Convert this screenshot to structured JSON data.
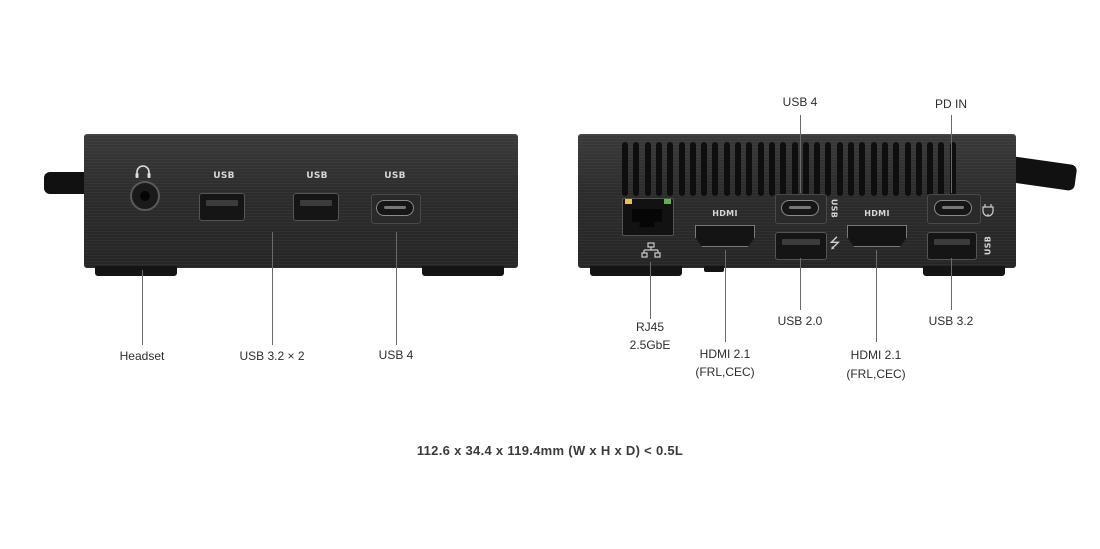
{
  "left_device": {
    "engravings": [
      "USB",
      "USB",
      "USB"
    ],
    "callouts": {
      "headset": "Headset",
      "usb32x2": "USB 3.2 × 2",
      "usb4": "USB 4"
    }
  },
  "right_device": {
    "engravings": {
      "hdmi_left": "HDMI",
      "hdmi_right": "HDMI",
      "usb_side": "USB",
      "usb_side2": "USB"
    },
    "callouts": {
      "usb4_top": "USB 4",
      "pd_in": "PD IN",
      "rj45_line1": "RJ45",
      "rj45_line2": "2.5GbE",
      "hdmi1_line1": "HDMI 2.1",
      "hdmi1_line2": "(FRL,CEC)",
      "usb20": "USB 2.0",
      "hdmi2_line1": "HDMI 2.1",
      "hdmi2_line2": "(FRL,CEC)",
      "usb32": "USB 3.2"
    }
  },
  "dimensions_text": "112.6 x 34.4 x 119.4mm (W x H x D)  < 0.5L",
  "icons": [
    "headphone-icon",
    "ethernet-icon",
    "usb-symbol-icon",
    "power-plug-icon"
  ]
}
